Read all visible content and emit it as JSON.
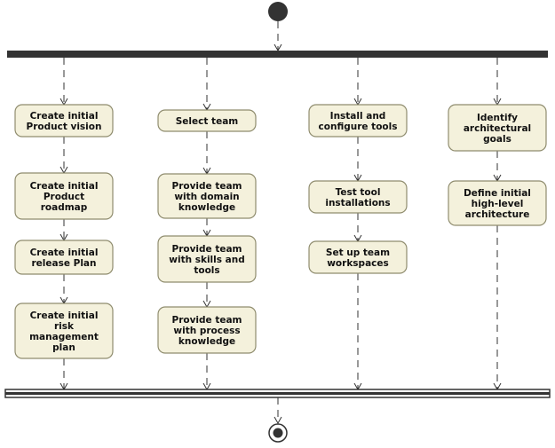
{
  "diagram": {
    "type": "uml-activity",
    "lanes": [
      {
        "id": "product",
        "actions": [
          {
            "label": "Create initial Product vision",
            "lines": [
              "Create initial",
              "Product vision"
            ]
          },
          {
            "label": "Create initial Product roadmap",
            "lines": [
              "Create initial",
              "Product",
              "roadmap"
            ]
          },
          {
            "label": "Create initial release Plan",
            "lines": [
              "Create initial",
              "release Plan"
            ]
          },
          {
            "label": "Create initial risk management plan",
            "lines": [
              "Create initial",
              "risk",
              "management",
              "plan"
            ]
          }
        ]
      },
      {
        "id": "team",
        "actions": [
          {
            "label": "Select team",
            "lines": [
              "Select team"
            ]
          },
          {
            "label": "Provide team with domain knowledge",
            "lines": [
              "Provide team",
              "with domain",
              "knowledge"
            ]
          },
          {
            "label": "Provide team with skills and tools",
            "lines": [
              "Provide team",
              "with skills and",
              "tools"
            ]
          },
          {
            "label": "Provide team with process knowledge",
            "lines": [
              "Provide team",
              "with process",
              "knowledge"
            ]
          }
        ]
      },
      {
        "id": "tools",
        "actions": [
          {
            "label": "Install and configure tools",
            "lines": [
              "Install and",
              "configure tools"
            ]
          },
          {
            "label": "Test tool installations",
            "lines": [
              "Test tool",
              "installations"
            ]
          },
          {
            "label": "Set up team workspaces",
            "lines": [
              "Set up team",
              "workspaces"
            ]
          }
        ]
      },
      {
        "id": "architecture",
        "actions": [
          {
            "label": "Identify architectural goals",
            "lines": [
              "Identify",
              "architectural",
              "goals"
            ]
          },
          {
            "label": "Define initial high-level architecture",
            "lines": [
              "Define initial",
              "high-level",
              "architecture"
            ]
          }
        ]
      }
    ],
    "colors": {
      "action_fill": "#f4f1dc",
      "action_stroke": "#8f8c6e",
      "bar": "#333333",
      "node": "#333333"
    }
  }
}
